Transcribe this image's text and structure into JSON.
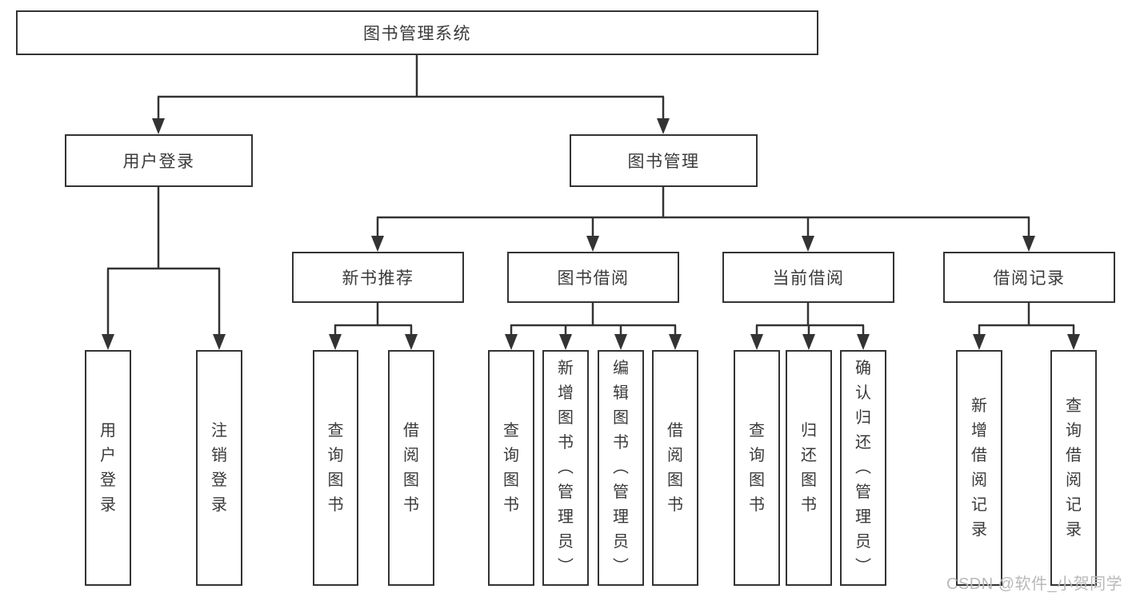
{
  "diagram": {
    "title_node": "图书管理系统",
    "tree": {
      "root": {
        "label": "图书管理系统",
        "children": [
          {
            "label": "用户登录",
            "children": [
              {
                "label": "用户登录"
              },
              {
                "label": "注销登录"
              }
            ]
          },
          {
            "label": "图书管理",
            "children": [
              {
                "label": "新书推荐",
                "children": [
                  {
                    "label": "查询图书"
                  },
                  {
                    "label": "借阅图书"
                  }
                ]
              },
              {
                "label": "图书借阅",
                "children": [
                  {
                    "label": "查询图书"
                  },
                  {
                    "label": "新增图书（管理员）"
                  },
                  {
                    "label": "编辑图书（管理员）"
                  },
                  {
                    "label": "借阅图书"
                  }
                ]
              },
              {
                "label": "当前借阅",
                "children": [
                  {
                    "label": "查询图书"
                  },
                  {
                    "label": "归还图书"
                  },
                  {
                    "label": "确认归还（管理员）"
                  }
                ]
              },
              {
                "label": "借阅记录",
                "children": [
                  {
                    "label": "新增借阅记录"
                  },
                  {
                    "label": "查询借阅记录"
                  }
                ]
              }
            ]
          }
        ]
      }
    }
  },
  "watermark": {
    "text": "CSDN @软件_小贺同学"
  },
  "colors": {
    "line": "#333333",
    "border": "#333333",
    "text": "#3a3a3a",
    "watermark": "#b9b9b9",
    "background": "#ffffff"
  }
}
